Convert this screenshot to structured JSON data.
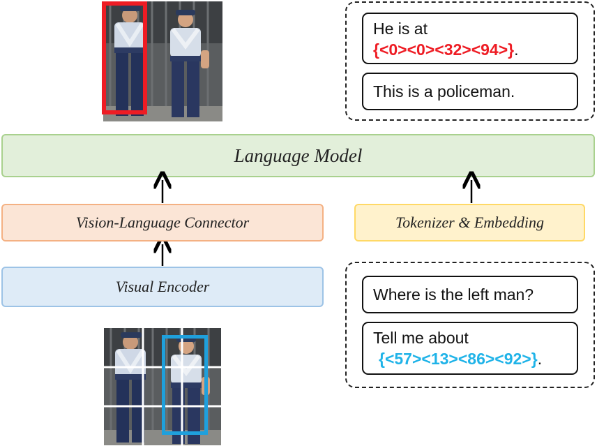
{
  "modules": {
    "language_model": "Language Model",
    "vl_connector": "Vision-Language Connector",
    "tokenizer": "Tokenizer & Embedding",
    "visual_encoder": "Visual Encoder"
  },
  "output_panel": {
    "reply1_text": "He is at",
    "reply1_coords": "{<0><0><32><94>}",
    "reply1_end": ".",
    "reply2": "This is a policeman."
  },
  "input_panel": {
    "query1": "Where is the left man?",
    "query2_text": "Tell me about",
    "query2_coords": "{<57><13><86><92>}",
    "query2_end": "."
  },
  "colors": {
    "output_box": "#ee1c24",
    "input_box": "#1fb3e8",
    "language_model_fill": "#e2efda",
    "connector_fill": "#fbe5d6",
    "tokenizer_fill": "#fff2cc",
    "encoder_fill": "#deebf7"
  }
}
